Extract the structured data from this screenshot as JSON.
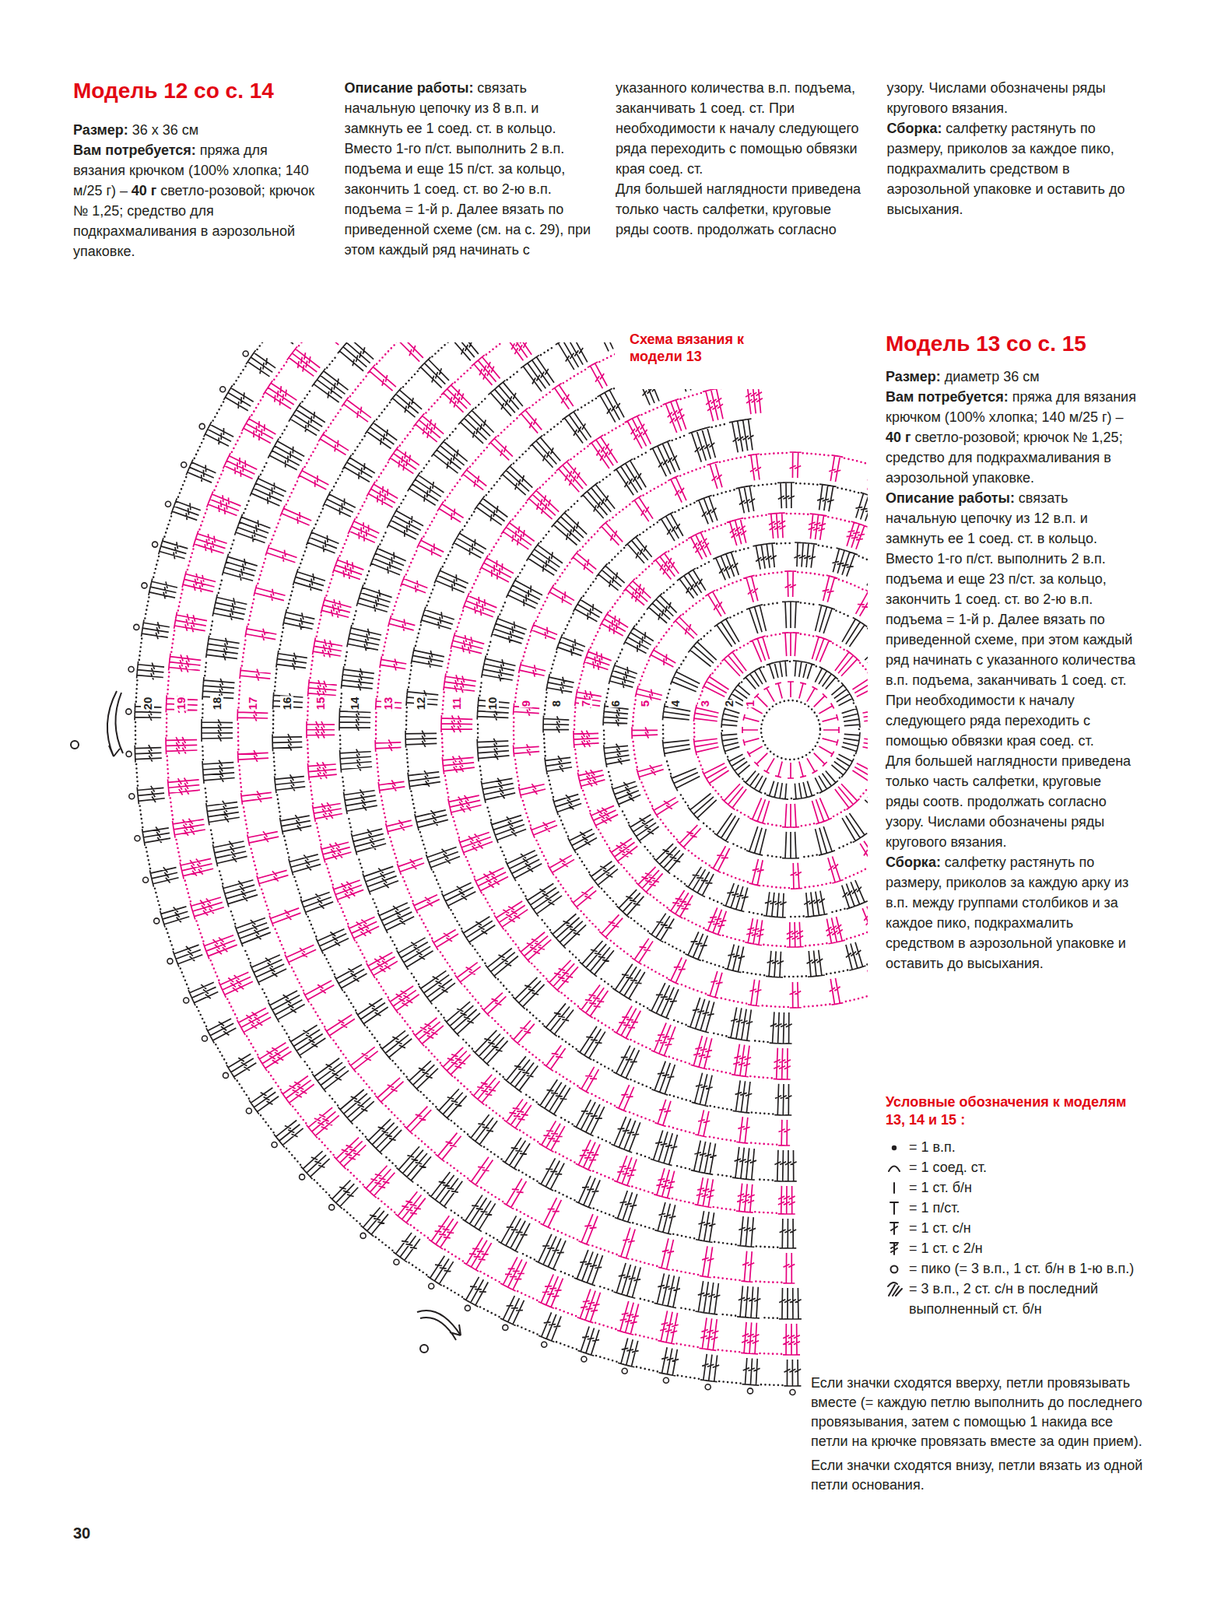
{
  "diagram": {
    "labels": [
      "Модель 12 со с. 14",
      "Размер:",
      "36 х 36 см",
      "Вам потребуется:",
      "пряжа для вязания крючком (100% хлопка; 140 м/25 г) –",
      "40 г",
      "светло-розовой; крючок № 1,25; средство для подкрахмаливания в аэрозольной упаковке.",
      "Описание работы:",
      "связать начальную цепочку из 8 в.п. и замкнуть ее 1 соед. ст. в кольцо. Вместо 1-го п/ст. выполнить 2 в.п. подъема и еще 15 п/ст. за кольцо, закончить 1 соед. ст. во 2-ю в.п. подъема = 1-й р. Далее вязать по приведенной схеме (см. на с. 29), при этом каждый ряд начинать с указанного количества в.п. подъема, заканчивать 1 соед. ст. При необходимости к началу следующего ряда переходить с помощью обвязки края соед. ст.",
      "Для большей наглядности приведена только часть салфетки, круговые ряды соотв. продолжать согласно узору. Числами обозначены ряды кругового вязания.",
      "Сборка:",
      "салфетку растянуть по размеру, приколов за каждое пико, подкрахмалить средством в аэрозольной упаковке и оставить до высыхания.",
      "Схема вязания к модели 13",
      "Модель 13 со с. 15",
      "Размер:",
      "диаметр 36 см",
      "Вам потребуется:",
      "пряжа для вязания крючком (100% хлопка; 140 м/25 г) –",
      "40 г",
      "светло-розовой; крючок № 1,25; средство для подкрахмаливания в аэрозольной упаковке.",
      "Описание работы:",
      "связать начальную цепочку из 12 в.п. и замкнуть ее 1 соед. ст. в кольцо. Вместо 1-го п/ст. выполнить 2 в.п. подъема и еще 23 п/ст. за кольцо, закончить 1 соед. ст. во 2-ю в.п. подъема = 1-й р. Далее вязать по приведенной схеме, при этом каждый ряд начинать с указанного количества в.п. подъема, заканчивать 1 соед. ст. При необходимости к началу следующего ряда переходить с помощью обвязки края соед. ст.",
      "Для большей наглядности приведена только часть салфетки, круговые ряды соотв. продолжать согласно узору. Числами обозначены ряды кругового вязания.",
      "Сборка:",
      "салфетку растянуть по размеру, приколов за каждую арку из в.п. между группами столбиков и за каждое пико, подкрахмалить средством в аэрозольной упаковке и оставить до высыхания.",
      "Условные обозначения к моделям 13, 14 и 15 :",
      "Если значки сходятся вверху, петли провязывать вместе (= каждую петлю выполнить до последнего провязывания, затем с помощью 1 накида все петли на крючке провязать вместе за один прием).",
      "Если значки сходятся внизу, петли вязать из одной петли основания.",
      "30",
      "1",
      "2",
      "3",
      "4",
      "5",
      "6",
      "7",
      "8",
      "9",
      "10",
      "11",
      "12",
      "13",
      "14",
      "15",
      "16",
      "17",
      "18",
      "19",
      "20"
    ],
    "legend": [
      {
        "text": "= 1 в.п."
      },
      {
        "text": "= 1 соед. ст."
      },
      {
        "text": "= 1 ст. б/н"
      },
      {
        "text": "= 1 п/ст."
      },
      {
        "text": "= 1 ст. с/н"
      },
      {
        "text": "= 1 ст. с 2/н"
      },
      {
        "text": "= пико (= 3 в.п., 1 ст. б/н в 1-ю в.п.)"
      },
      {
        "text": "= 3 в.п., 2 ст. с/н в последний выполненный ст. б/н"
      }
    ]
  }
}
